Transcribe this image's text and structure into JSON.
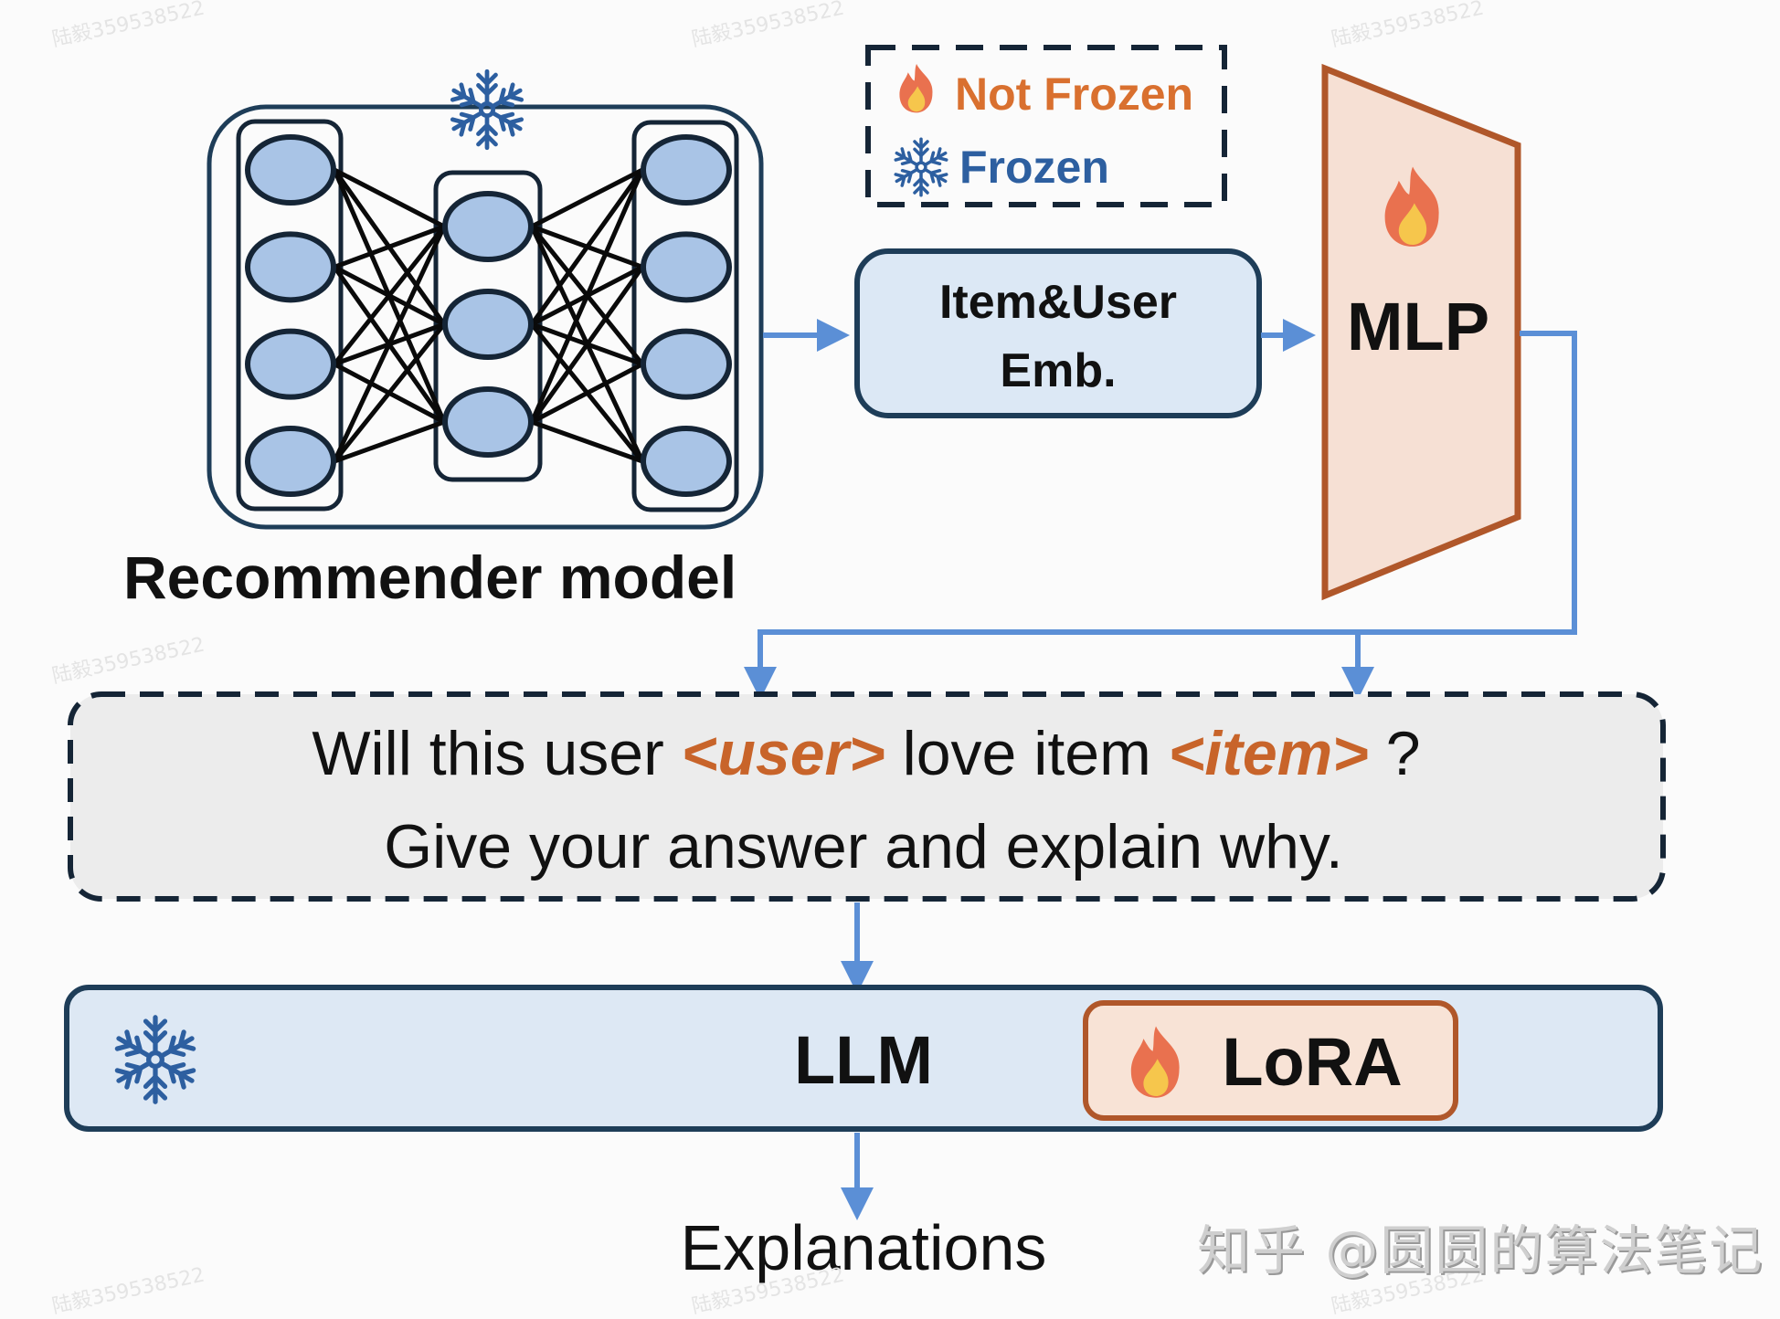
{
  "legend": {
    "not_frozen": "Not Frozen",
    "frozen": "Frozen",
    "not_frozen_icon": "fire-icon",
    "frozen_icon": "snowflake-icon"
  },
  "recommender": {
    "label": "Recommender model",
    "layers": [
      4,
      3,
      4
    ],
    "state": "frozen"
  },
  "embedding": {
    "line1": "Item&User",
    "line2": "Emb."
  },
  "mlp": {
    "label": "MLP",
    "state": "not frozen"
  },
  "prompt": {
    "part1": "Will this user",
    "user_token": "<user>",
    "part2": "love item",
    "item_token": "<item>",
    "part3": "?",
    "line2": "Give your answer and explain why."
  },
  "llm": {
    "label": "LLM",
    "state": "frozen",
    "lora_label": "LoRA",
    "lora_state": "not frozen"
  },
  "output": {
    "label": "Explanations"
  },
  "watermark": {
    "credit": "知乎 @圆圆的算法笔记",
    "repeat": "陆毅359538522"
  },
  "colors": {
    "orange_text": "#c8642a",
    "blue_text": "#2d5fa0",
    "arrow": "#5b8fd6",
    "node_fill": "#a9c4e6",
    "box_stroke": "#1e3d58",
    "mlp_fill": "#f6e0d4",
    "mlp_stroke": "#b0572a",
    "emb_fill": "#dce8f5",
    "prompt_fill": "#ececec",
    "llm_fill": "#dde8f4"
  }
}
